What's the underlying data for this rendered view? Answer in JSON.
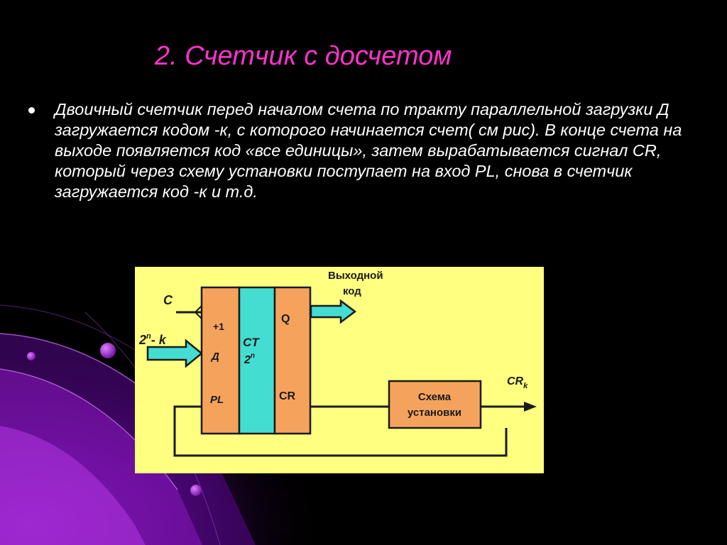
{
  "slide": {
    "title": "2. Счетчик с досчетом",
    "bullet": "Двоичный счетчик перед началом счета по тракту параллельной загрузки Д загружается кодом -к, с которого начинается счет( см рис). В конце счета на выходе появляется код «все единицы», затем вырабатывается сигнал CR, который через схему установки поступает на вход PL, снова в счетчик загружается код -к и т.д."
  },
  "diagram": {
    "input_c": "C",
    "input_code": "2ⁿ- k",
    "input_code_base": "2",
    "input_code_exp": "n",
    "input_code_rest": "- k",
    "pin_plus1": "+1",
    "pin_d": "Д",
    "pin_pl": "PL",
    "ct_label": "CT",
    "ct_modulus_base": "2",
    "ct_modulus_exp": "n",
    "pin_q": "Q",
    "pin_cr": "CR",
    "output_code_line1": "Выходной",
    "output_code_line2": "код",
    "output_cr": "CR",
    "output_cr_sub": "k",
    "setup_block_line1": "Схема",
    "setup_block_line2": "установки",
    "colors": {
      "panel": "#ffff80",
      "register": "#f5a35c",
      "counter_core": "#44ddd2",
      "arrow_fill": "#44ddd2",
      "line": "#1a1a1a"
    }
  }
}
